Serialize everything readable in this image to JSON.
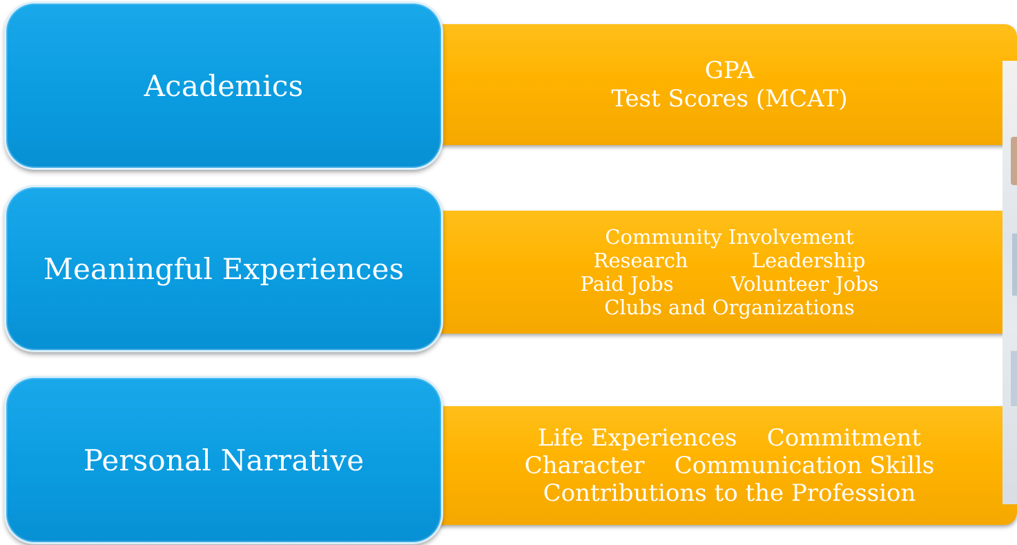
{
  "rows": [
    {
      "category": "Academics",
      "details": [
        "GPA",
        "Test Scores (MCAT)"
      ]
    },
    {
      "category": "Meaningful Experiences",
      "details": [
        "Community Involvement",
        "Research          Leadership",
        "Paid Jobs         Volunteer Jobs",
        "Clubs and Organizations"
      ]
    },
    {
      "category": "Personal Narrative",
      "details": [
        "Life Experiences    Commitment",
        "Character    Communication Skills",
        "Contributions to the Profession"
      ]
    }
  ],
  "colors": {
    "blue": "#0b9ce0",
    "orange": "#ffb300",
    "text": "#ffffff"
  }
}
